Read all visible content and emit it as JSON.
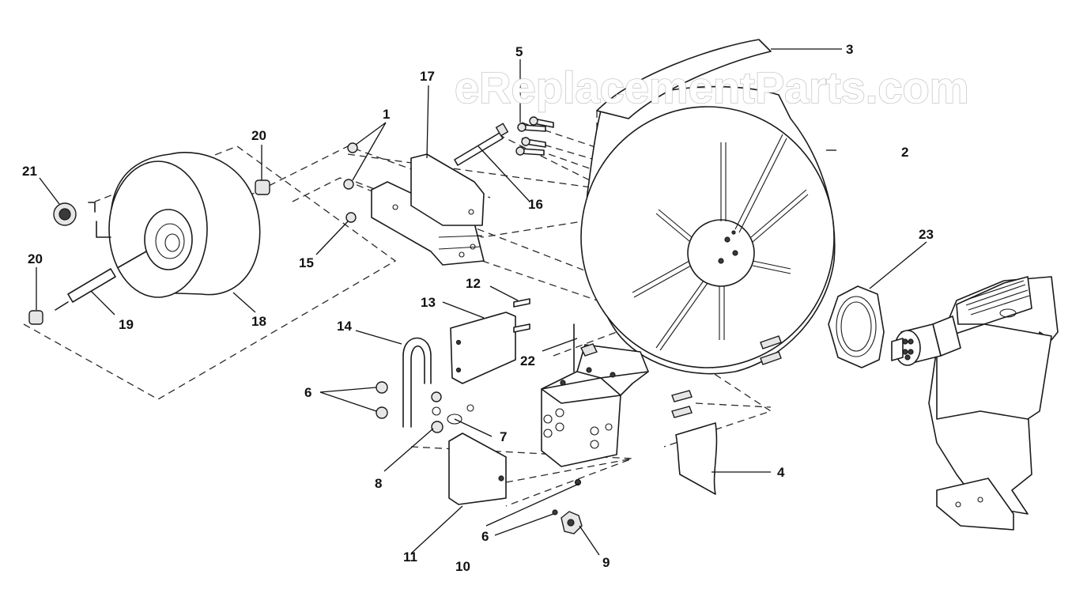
{
  "watermark": "eReplacementParts.com",
  "callouts": {
    "c1": "1",
    "c2": "2",
    "c3": "3",
    "c4": "4",
    "c5": "5",
    "c6a": "6",
    "c6b": "6",
    "c7": "7",
    "c8": "8",
    "c9": "9",
    "c10": "10",
    "c11": "11",
    "c12": "12",
    "c13": "13",
    "c14": "14",
    "c15": "15",
    "c16": "16",
    "c17": "17",
    "c18": "18",
    "c19": "19",
    "c20a": "20",
    "c20b": "20",
    "c21": "21",
    "c22": "22",
    "c23": "23"
  },
  "colors": {
    "ink": "#1a1a1a",
    "background": "#ffffff",
    "watermark_outline": "#c8c8c8"
  }
}
